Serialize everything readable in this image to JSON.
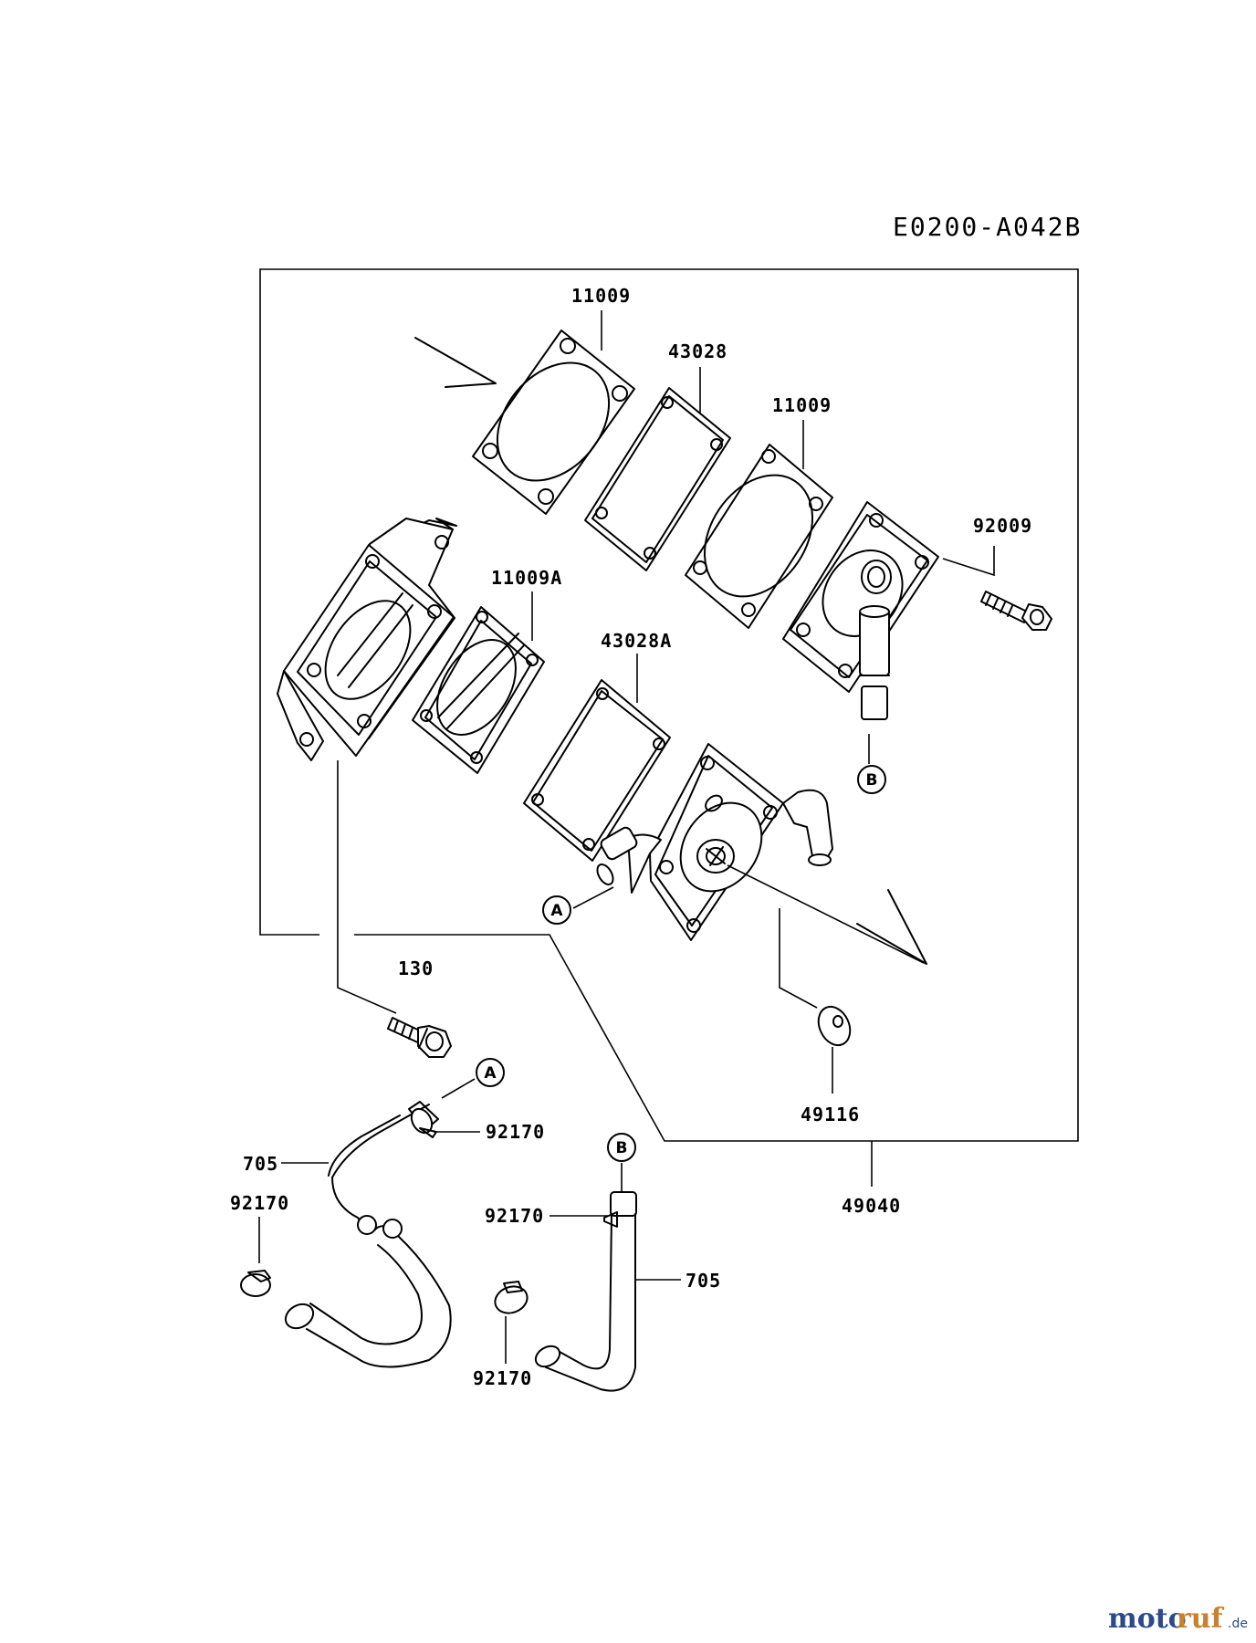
{
  "diagram": {
    "reference_code": "E0200-A042B",
    "parts": {
      "gasket_top_1": "11009",
      "diaphragm_top": "43028",
      "gasket_top_2": "11009",
      "bolt_top": "92009",
      "gasket_lower": "11009A",
      "diaphragm_lower": "43028A",
      "bolt_lower": "130",
      "valve": "49116",
      "pump_assembly": "49040",
      "clamp_a": "92170",
      "hose_left": "705",
      "clamp_left": "92170",
      "clamp_b": "92170",
      "hose_right": "705",
      "clamp_bottom": "92170"
    },
    "connectors": {
      "a": "A",
      "b": "B"
    }
  },
  "watermark": {
    "brand_1": "moto",
    "brand_2": "ruf",
    "tld": ".de"
  }
}
